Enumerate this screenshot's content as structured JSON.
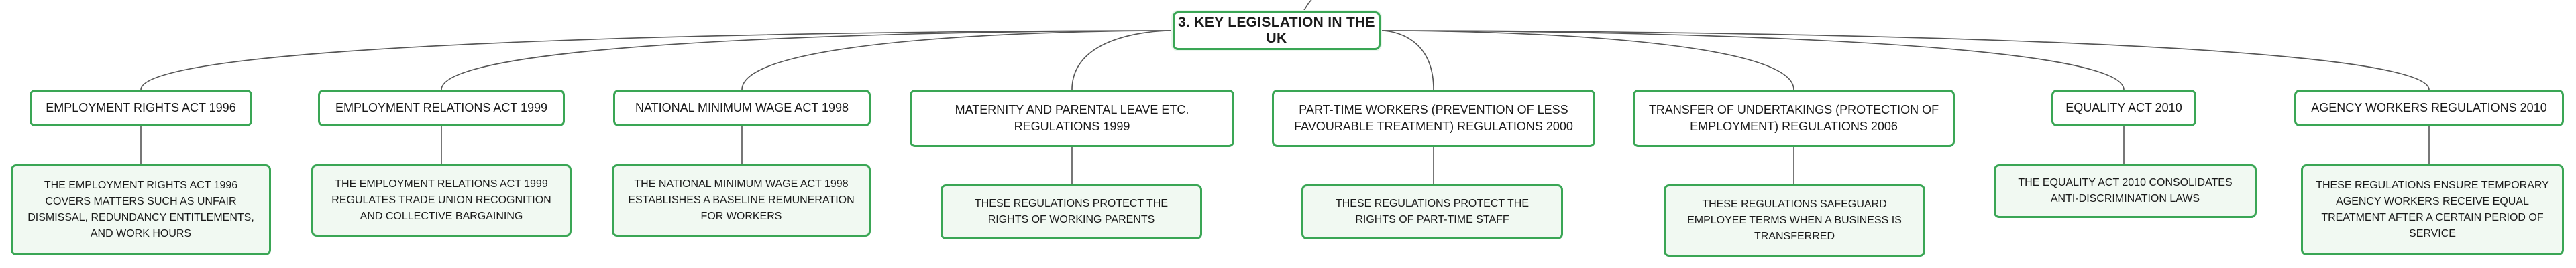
{
  "diagram": {
    "root": {
      "label": "3. KEY LEGISLATION IN THE UK"
    },
    "branches": [
      {
        "title": "EMPLOYMENT RIGHTS ACT 1996",
        "detail": "THE EMPLOYMENT RIGHTS ACT 1996 COVERS MATTERS SUCH AS UNFAIR DISMISSAL, REDUNDANCY ENTITLEMENTS, AND WORK HOURS"
      },
      {
        "title": "EMPLOYMENT RELATIONS ACT 1999",
        "detail": "THE EMPLOYMENT RELATIONS ACT 1999 REGULATES TRADE UNION RECOGNITION AND COLLECTIVE BARGAINING"
      },
      {
        "title": "NATIONAL MINIMUM WAGE ACT 1998",
        "detail": "THE NATIONAL MINIMUM WAGE ACT 1998 ESTABLISHES A BASELINE REMUNERATION FOR WORKERS"
      },
      {
        "title": "MATERNITY AND PARENTAL LEAVE ETC. REGULATIONS 1999",
        "detail": "THESE REGULATIONS PROTECT THE RIGHTS OF WORKING PARENTS"
      },
      {
        "title": "PART-TIME WORKERS (PREVENTION OF LESS FAVOURABLE TREATMENT) REGULATIONS 2000",
        "detail": "THESE REGULATIONS PROTECT THE RIGHTS OF PART-TIME STAFF"
      },
      {
        "title": "TRANSFER OF UNDERTAKINGS (PROTECTION OF EMPLOYMENT) REGULATIONS 2006",
        "detail": "THESE REGULATIONS SAFEGUARD EMPLOYEE TERMS WHEN A BUSINESS IS TRANSFERRED"
      },
      {
        "title": "EQUALITY ACT 2010",
        "detail": "THE EQUALITY ACT 2010 CONSOLIDATES ANTI-DISCRIMINATION LAWS"
      },
      {
        "title": "AGENCY WORKERS REGULATIONS 2010",
        "detail": "THESE REGULATIONS ENSURE TEMPORARY AGENCY WORKERS RECEIVE EQUAL TREATMENT AFTER A CERTAIN PERIOD OF SERVICE"
      }
    ]
  },
  "colors": {
    "node_border": "#3aa655",
    "detail_fill": "#f1f9f2",
    "connector": "#555555"
  }
}
